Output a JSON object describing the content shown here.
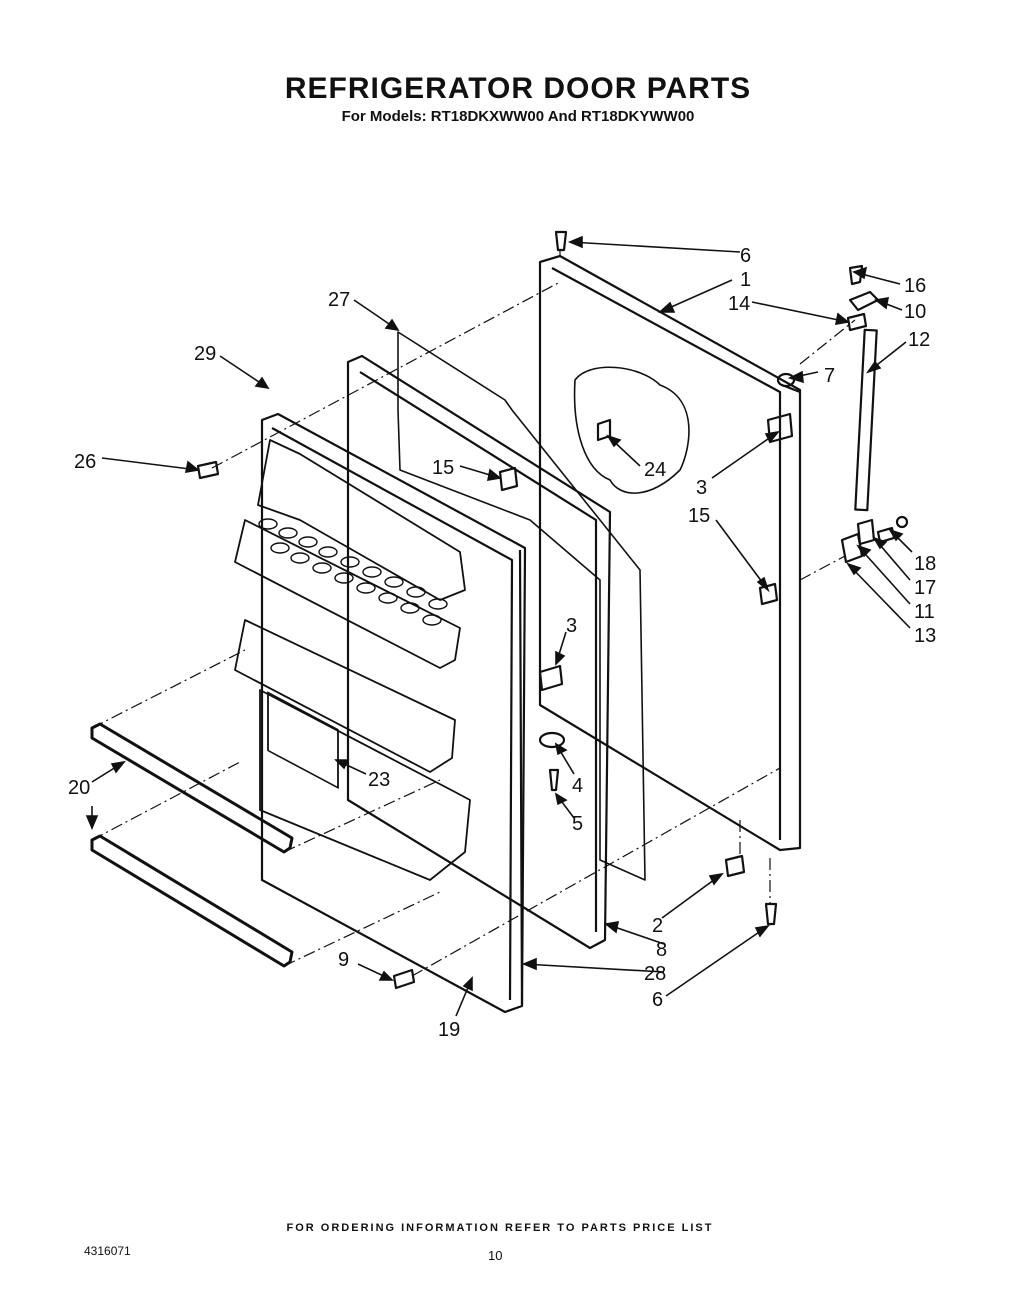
{
  "header": {
    "title": "REFRIGERATOR DOOR PARTS",
    "subtitle": "For Models: RT18DKXWW00 And RT18DKYWW00"
  },
  "footer": {
    "ordering_note": "FOR ORDERING INFORMATION REFER TO PARTS PRICE LIST",
    "document_number": "4316071",
    "page_number": "10"
  },
  "callouts": [
    "6",
    "1",
    "16",
    "10",
    "14",
    "12",
    "7",
    "27",
    "29",
    "26",
    "15",
    "24",
    "3",
    "15",
    "18",
    "17",
    "11",
    "13",
    "3",
    "4",
    "5",
    "23",
    "20",
    "2",
    "8",
    "9",
    "28",
    "6",
    "19"
  ]
}
